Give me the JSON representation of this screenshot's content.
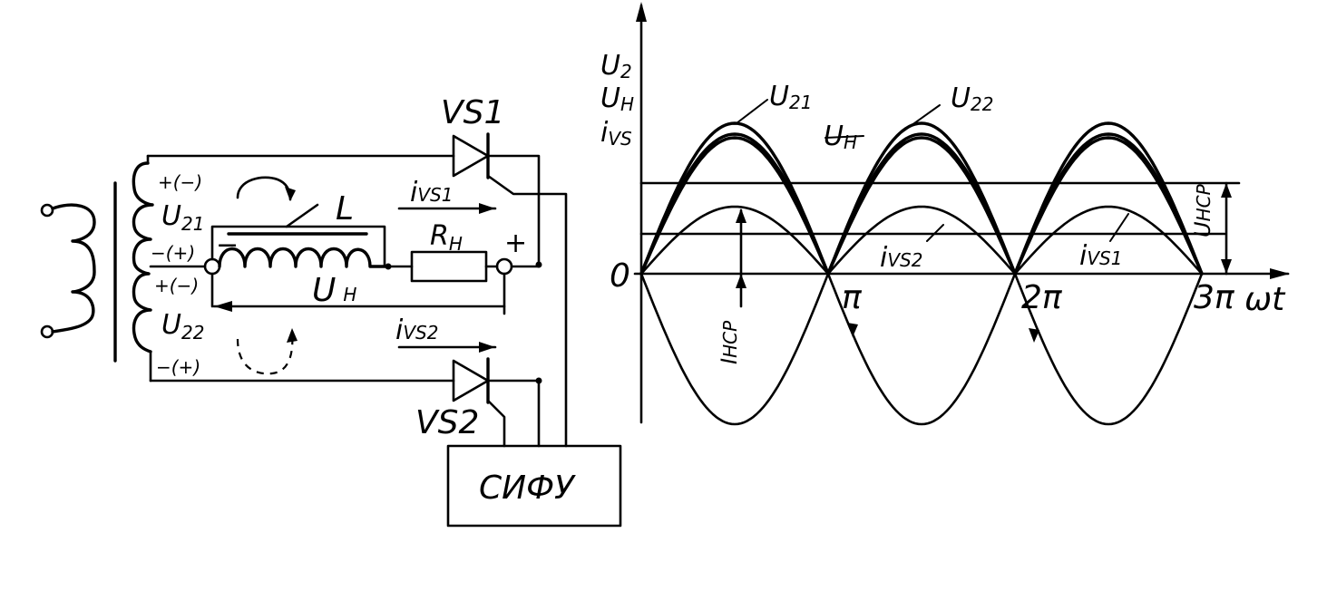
{
  "circuit": {
    "thyristor1": "VS1",
    "thyristor2": "VS2",
    "winding1_label": "U",
    "winding1_sub": "21",
    "winding2_label": "U",
    "winding2_sub": "22",
    "polarity_top": "+(−)",
    "polarity_mid1": "−(+)",
    "polarity_mid2": "+(−)",
    "polarity_bot": "−(+)",
    "inductor": "L",
    "resistor": "R",
    "resistor_sub": "H",
    "load_voltage": "U",
    "load_voltage_sub": "H",
    "minus_sign": "−",
    "plus_sign": "+",
    "current1": "i",
    "current1_sub": "VS1",
    "current2": "i",
    "current2_sub": "VS2",
    "control_block": "СИФУ"
  },
  "graph": {
    "y_label_1": "U",
    "y_label_1_sub": "2",
    "y_label_2": "U",
    "y_label_2_sub": "H",
    "y_label_3": "i",
    "y_label_3_sub": "VS",
    "x_label": "ωt",
    "origin": "0",
    "tick_pi": "π",
    "tick_2pi": "2π",
    "tick_3pi": "3π",
    "curve_u21": "U",
    "curve_u21_sub": "21",
    "curve_u22": "U",
    "curve_u22_sub": "22",
    "curve_un": "U",
    "curve_un_sub": "H",
    "curve_ivs2": "i",
    "curve_ivs2_sub": "VS2",
    "curve_ivs1": "i",
    "curve_ivs1_sub": "VS1",
    "avg_current": "I",
    "avg_current_sub": "HCP",
    "avg_voltage": "U",
    "avg_voltage_sub": "HCP"
  }
}
